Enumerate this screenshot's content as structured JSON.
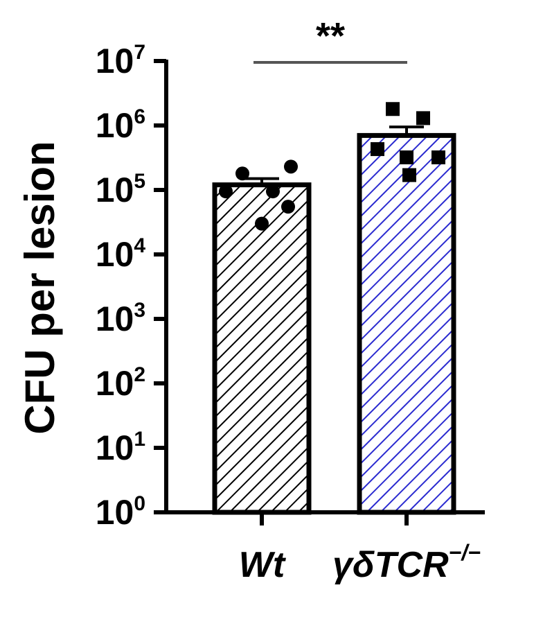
{
  "chart_data": {
    "type": "bar",
    "ylabel": "CFU per lesion",
    "yscale": "log",
    "ylim": [
      1,
      10000000
    ],
    "yticks": [
      {
        "base": "10",
        "exp": "0",
        "value": 1
      },
      {
        "base": "10",
        "exp": "1",
        "value": 10
      },
      {
        "base": "10",
        "exp": "2",
        "value": 100
      },
      {
        "base": "10",
        "exp": "3",
        "value": 1000
      },
      {
        "base": "10",
        "exp": "4",
        "value": 10000
      },
      {
        "base": "10",
        "exp": "5",
        "value": 100000
      },
      {
        "base": "10",
        "exp": "6",
        "value": 1000000
      },
      {
        "base": "10",
        "exp": "7",
        "value": 10000000
      }
    ],
    "categories": [
      {
        "label": "Wt",
        "superscript": ""
      },
      {
        "label": "γδTCR",
        "superscript": "−/−"
      }
    ],
    "values": [
      120000,
      700000
    ],
    "error_upper": [
      150000,
      950000
    ],
    "points": [
      [
        230000,
        180000,
        95000,
        95000,
        55000,
        30000
      ],
      [
        1800000,
        1300000,
        430000,
        320000,
        320000,
        170000
      ]
    ],
    "colors": [
      "#000000",
      "#2b2bd0"
    ],
    "significance": {
      "label": "**",
      "between": [
        0,
        1
      ]
    },
    "grid": false,
    "legend": "none"
  }
}
